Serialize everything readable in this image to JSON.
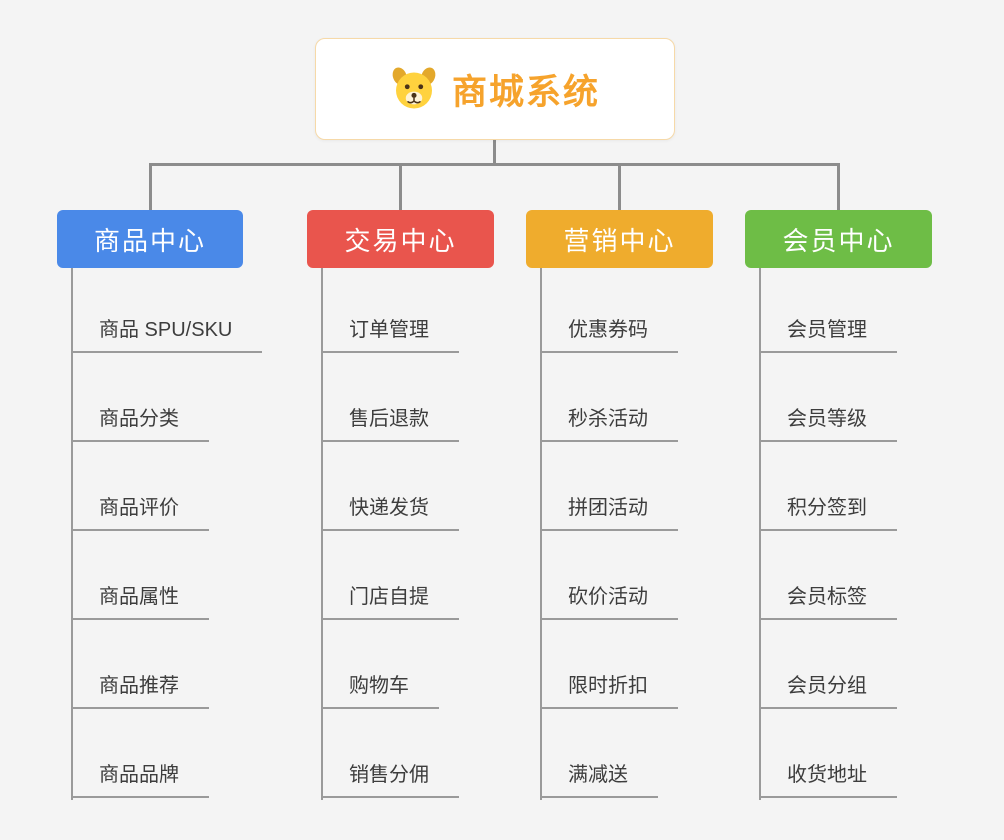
{
  "root": {
    "title": "商城系统",
    "title_color": "#f6a32c",
    "border_color": "#f6d9a8",
    "icon": "dog-icon"
  },
  "branches": [
    {
      "id": "product-center",
      "label": "商品中心",
      "color": "#4a89e8",
      "items": [
        "商品 SPU/SKU",
        "商品分类",
        "商品评价",
        "商品属性",
        "商品推荐",
        "商品品牌"
      ]
    },
    {
      "id": "trade-center",
      "label": "交易中心",
      "color": "#e9554d",
      "items": [
        "订单管理",
        "售后退款",
        "快递发货",
        "门店自提",
        "购物车",
        "销售分佣"
      ]
    },
    {
      "id": "marketing-center",
      "label": "营销中心",
      "color": "#efac2d",
      "items": [
        "优惠券码",
        "秒杀活动",
        "拼团活动",
        "砍价活动",
        "限时折扣",
        "满减送"
      ]
    },
    {
      "id": "member-center",
      "label": "会员中心",
      "color": "#6ebd46",
      "items": [
        "会员管理",
        "会员等级",
        "积分签到",
        "会员标签",
        "会员分组",
        "收货地址"
      ]
    }
  ]
}
